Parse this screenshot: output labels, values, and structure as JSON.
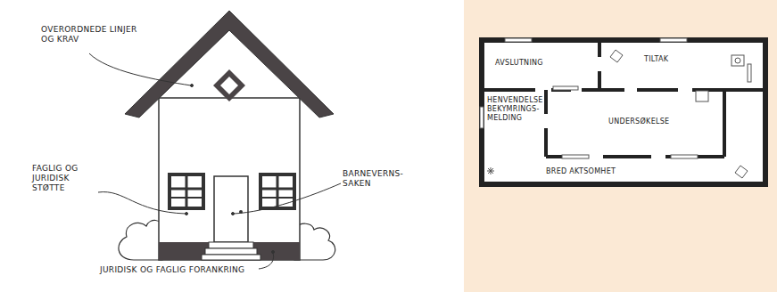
{
  "diagram": {
    "labels": [
      "OVERORDNEDE LINJER OG KRAV",
      "FAGLIG OG JURIDISK STØTTE",
      "BARNEVERNS-SAKEN",
      "JURIDISK OG FAGLIG FORANKRING",
      "AVSLUTNING",
      "TILTAK",
      "HENVENDELSE BEKYMRINGS-MELDING",
      "UNDERSØKELSE",
      "BRED AKTSOMHET"
    ]
  }
}
